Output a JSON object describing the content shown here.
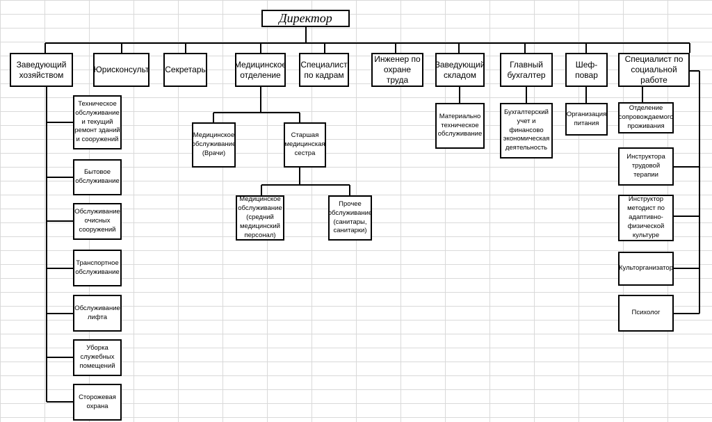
{
  "director": "Директор",
  "departments": [
    "Заведующий хозяйством",
    "Юрисконсульт",
    "Секретарь",
    "Медицинское отделение",
    "Специалист по кадрам",
    "Инженер по охране труда",
    "Заведующий складом",
    "Главный бухгалтер",
    "Шеф-повар",
    "Специалист по социальной работе"
  ],
  "household_units": [
    "Техническое обслуживание и текущий ремонт зданий и сооружений",
    "Бытовое обслуживание",
    "Обслуживание очисных сооружений",
    "Транспортное обслуживание",
    "Обслуживание лифта",
    "Уборка служебных помещений",
    "Сторожевая охрана"
  ],
  "medical_units": {
    "doctors": "Медицинское обслуживание (Врачи)",
    "head_nurse": "Старшая медицинская сестра",
    "mid_staff": "Медицинское обслуживание (средний медицинский персонал)",
    "other_staff": "Прочее обслуживание (санитары, санитарки)"
  },
  "warehouse_unit": "Материально техническое обслуживание",
  "accounting_unit": "Бухгалтерский учет и финансово экономическая деятельность",
  "kitchen_unit": "Организация питания",
  "social_units": [
    "Отделение сопровождаемого проживания",
    "Инструктора трудовой терапии",
    "Инструктор методист по адаптивно-физической культуре",
    "Культорганизатор",
    "Психолог"
  ]
}
